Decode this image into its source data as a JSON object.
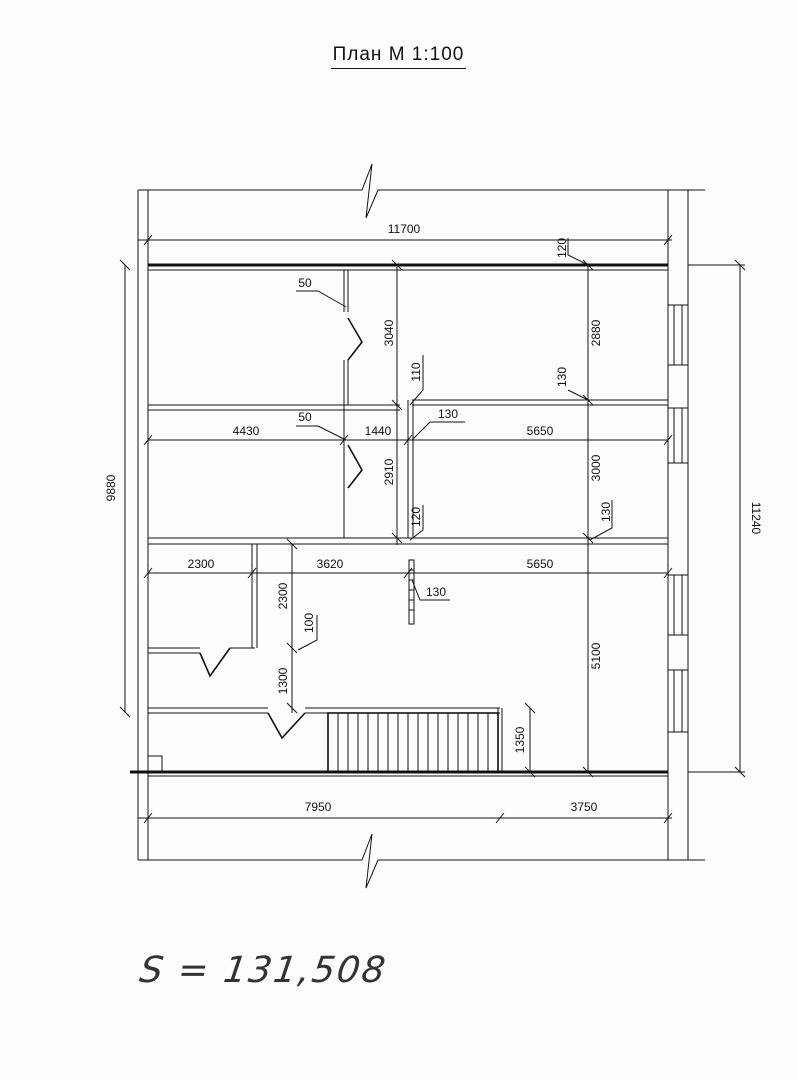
{
  "title": "План М 1:100",
  "dimensions": {
    "overall_width": "11700",
    "top_wall_thk": "120",
    "wall_50_a": "50",
    "height_3040": "3040",
    "height_2880": "2880",
    "wall_110": "110",
    "wall_130_a": "130",
    "wall_50_b": "50",
    "wall_130_b": "130",
    "width_4430": "4430",
    "width_1440": "1440",
    "width_5650_a": "5650",
    "height_2910": "2910",
    "height_3000": "3000",
    "wall_120": "120",
    "wall_130_c": "130",
    "width_2300": "2300",
    "width_3620": "3620",
    "width_5650_b": "5650",
    "height_2300": "2300",
    "wall_130_d": "130",
    "wall_100": "100",
    "height_5100": "5100",
    "height_1300": "1300",
    "height_1350": "1350",
    "width_7950": "7950",
    "width_3750": "3750",
    "left_total": "9880",
    "right_total": "11240"
  },
  "area_note": "S = 131,508"
}
